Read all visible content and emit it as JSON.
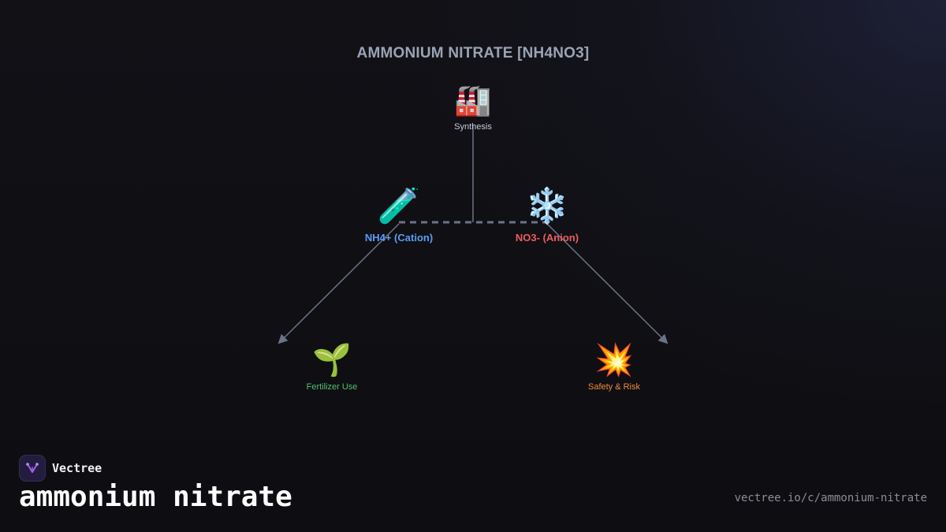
{
  "diagram": {
    "title": "AMMONIUM NITRATE [NH4NO3]",
    "nodes": {
      "synthesis": {
        "icon": "factory-icon",
        "emoji": "🏭",
        "label": "Synthesis"
      },
      "cation": {
        "icon": "test-tube-icon",
        "emoji": "🧪",
        "label": "NH4+ (Cation)",
        "color": "#5b9cf5"
      },
      "anion": {
        "icon": "snowflake-icon",
        "emoji": "❄️",
        "label": "NO3- (Anion)",
        "color": "#ef5b5b"
      },
      "fertilizer": {
        "icon": "seedling-icon",
        "emoji": "🌱",
        "label": "Fertilizer Use",
        "color": "#4fc06a"
      },
      "safety": {
        "icon": "explosion-icon",
        "emoji": "💥",
        "label": "Safety & Risk",
        "color": "#f08a3a"
      }
    },
    "edges": [
      {
        "from": "synthesis",
        "to": "ionic-bond",
        "style": "solid"
      },
      {
        "from": "cation",
        "to": "anion",
        "style": "dashed"
      },
      {
        "from": "cation",
        "to": "fertilizer",
        "style": "arrow"
      },
      {
        "from": "anion",
        "to": "safety",
        "style": "arrow"
      }
    ]
  },
  "footer": {
    "brand": "Vectree",
    "heading": "ammonium nitrate",
    "url": "vectree.io/c/ammonium-nitrate"
  },
  "colors": {
    "background": "#0f0f13",
    "edge": "#6b7486",
    "title": "#9aa3b5"
  }
}
